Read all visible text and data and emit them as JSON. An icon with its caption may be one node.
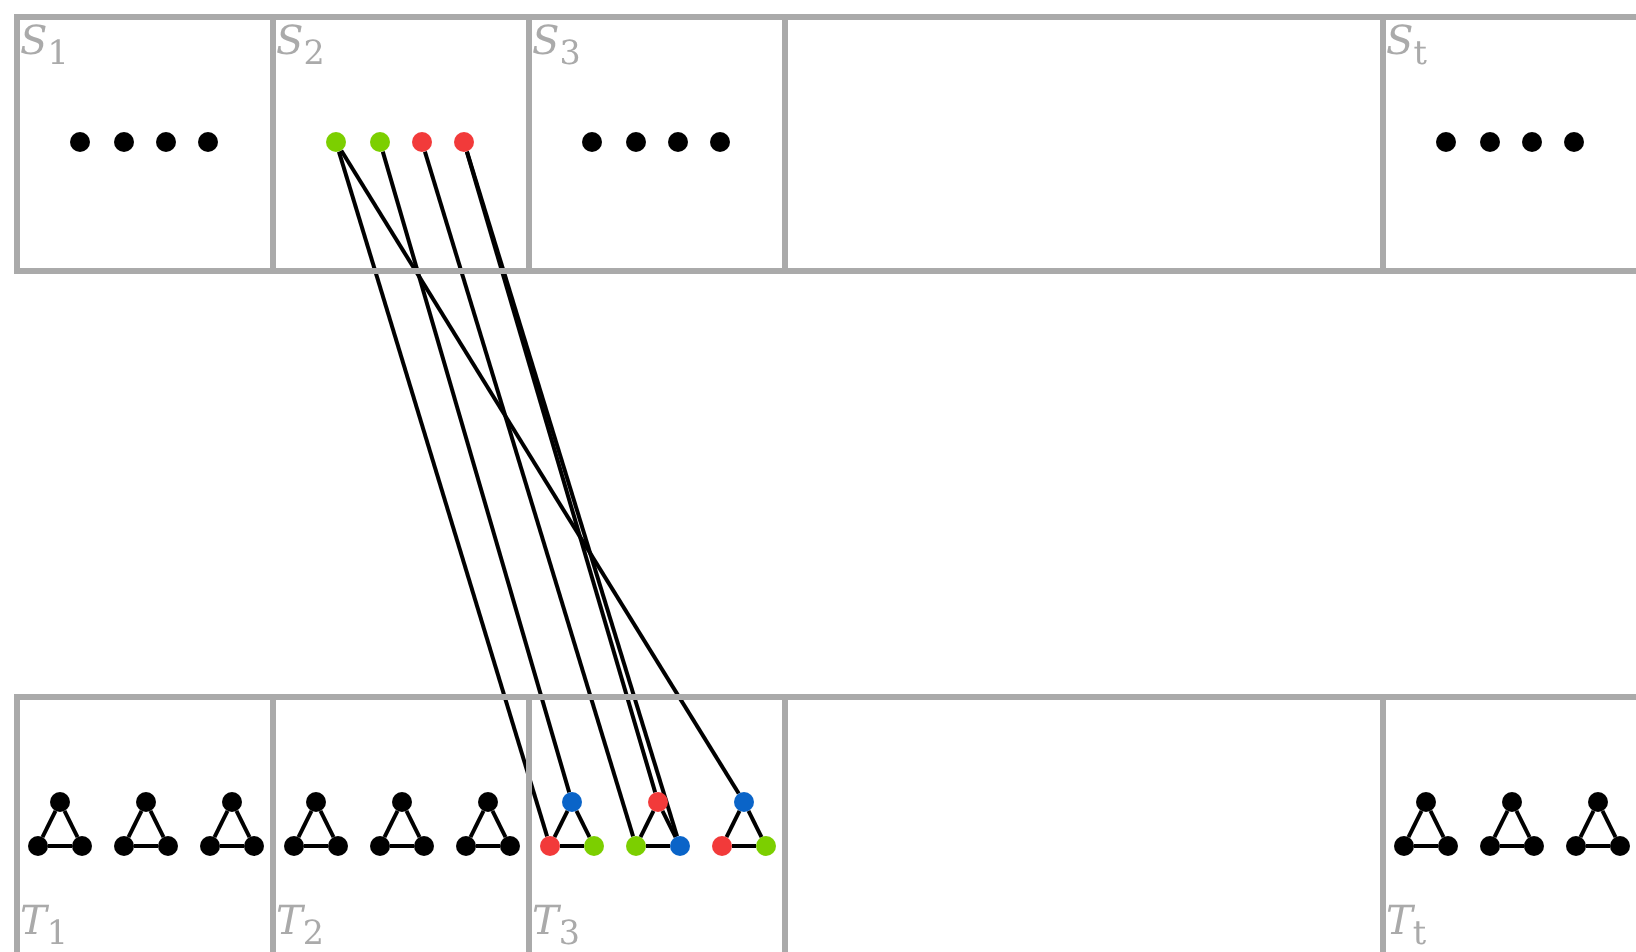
{
  "diagram": {
    "nodes": [
      {
        "text": [
          "*S*$_{1}$"
        ]
      },
      {
        "text": [
          "*S*$_{2}$"
        ]
      },
      {
        "text": [
          "*S*$_{3}$"
        ]
      },
      {
        "text": [],
        "shape": "box"
      },
      {
        "text": [
          "*S*$_{t}$"
        ]
      },
      {
        "text": [
          "*T*$_{1}$"
        ]
      },
      {
        "text": [
          "*T*$_{2}$"
        ]
      },
      {
        "text": [
          "*T*$_{3}$"
        ]
      },
      {
        "text": [],
        "shape": "box"
      },
      {
        "text": [
          "*T*$_{t}$"
        ]
      },
      {
        "text": [],
        "shape": "circle",
        "in": 0
      },
      {
        "text": [],
        "shape": "circle",
        "in": 0
      },
      {
        "text": [],
        "shape": "circle",
        "in": 0
      },
      {
        "text": [],
        "shape": "circle",
        "in": 0
      },
      {
        "text": [],
        "shape": "circle",
        "in": 1
      },
      {
        "text": [],
        "shape": "circle",
        "in": 1
      },
      {
        "text": [],
        "shape": "circle",
        "in": 1
      },
      {
        "text": [],
        "shape": "circle",
        "in": 1
      },
      {
        "text": [],
        "shape": "circle",
        "in": 2
      },
      {
        "text": [],
        "shape": "circle",
        "in": 2
      },
      {
        "text": [],
        "shape": "circle",
        "in": 2
      },
      {
        "text": [],
        "shape": "circle",
        "in": 2
      },
      {
        "text": [],
        "shape": "circle",
        "in": 4
      },
      {
        "text": [],
        "shape": "circle",
        "in": 4
      },
      {
        "text": [],
        "shape": "circle",
        "in": 4
      },
      {
        "text": [],
        "shape": "circle",
        "in": 4
      },
      {
        "text": [],
        "shape": "circle",
        "in": 5
      },
      {
        "text": [],
        "shape": "circle",
        "in": 5
      },
      {
        "text": [],
        "shape": "circle",
        "in": 5
      },
      {
        "text": [],
        "shape": "circle",
        "in": 5
      },
      {
        "text": [],
        "shape": "circle",
        "in": 5
      },
      {
        "text": [],
        "shape": "circle",
        "in": 5
      },
      {
        "text": [],
        "shape": "circle",
        "in": 5
      },
      {
        "text": [],
        "shape": "circle",
        "in": 5
      },
      {
        "text": [],
        "shape": "circle",
        "in": 5
      },
      {
        "text": [],
        "shape": "circle",
        "in": 6
      },
      {
        "text": [],
        "shape": "circle",
        "in": 6
      },
      {
        "text": [],
        "shape": "circle",
        "in": 6
      },
      {
        "text": [],
        "shape": "circle",
        "in": 6
      },
      {
        "text": [],
        "shape": "circle",
        "in": 6
      },
      {
        "text": [],
        "shape": "circle",
        "in": 6
      },
      {
        "text": [],
        "shape": "circle",
        "in": 6
      },
      {
        "text": [],
        "shape": "circle",
        "in": 6
      },
      {
        "text": [],
        "shape": "circle",
        "in": 6
      },
      {
        "text": [],
        "shape": "circle",
        "in": 7
      },
      {
        "text": [],
        "shape": "circle",
        "in": 7
      },
      {
        "text": [],
        "shape": "circle",
        "in": 7
      },
      {
        "text": [],
        "shape": "circle",
        "in": 7
      },
      {
        "text": [],
        "shape": "circle",
        "in": 7
      },
      {
        "text": [],
        "shape": "circle",
        "in": 7
      },
      {
        "text": [],
        "shape": "circle",
        "in": 7
      },
      {
        "text": [],
        "shape": "circle",
        "in": 7
      },
      {
        "text": [],
        "shape": "circle",
        "in": 7
      },
      {
        "text": [],
        "shape": "circle",
        "in": 9
      },
      {
        "text": [],
        "shape": "circle",
        "in": 9
      },
      {
        "text": [],
        "shape": "circle",
        "in": 9
      },
      {
        "text": [],
        "shape": "circle",
        "in": 9
      },
      {
        "text": [],
        "shape": "circle",
        "in": 9
      },
      {
        "text": [],
        "shape": "circle",
        "in": 9
      },
      {
        "text": [],
        "shape": "circle",
        "in": 9
      },
      {
        "text": [],
        "shape": "circle",
        "in": 9
      },
      {
        "text": [],
        "shape": "circle",
        "in": 9
      }
    ],
    "edges": [
      {
        "from": 14,
        "to": 45,
        "arrow": "none"
      },
      {
        "from": 14,
        "to": 50,
        "arrow": "none"
      },
      {
        "from": 15,
        "to": 44,
        "arrow": "none"
      },
      {
        "from": 16,
        "to": 48,
        "arrow": "none"
      },
      {
        "from": 17,
        "to": 49,
        "arrow": "none"
      },
      {
        "from": 17,
        "to": 47,
        "arrow": "none"
      },
      {
        "from": 26,
        "to": 27,
        "arrow": "none"
      },
      {
        "from": 26,
        "to": 28,
        "arrow": "none"
      },
      {
        "from": 27,
        "to": 28,
        "arrow": "none"
      },
      {
        "from": 29,
        "to": 30,
        "arrow": "none"
      },
      {
        "from": 29,
        "to": 31,
        "arrow": "none"
      },
      {
        "from": 30,
        "to": 31,
        "arrow": "none"
      },
      {
        "from": 32,
        "to": 33,
        "arrow": "none"
      },
      {
        "from": 32,
        "to": 34,
        "arrow": "none"
      },
      {
        "from": 33,
        "to": 34,
        "arrow": "none"
      },
      {
        "from": 35,
        "to": 36,
        "arrow": "none"
      },
      {
        "from": 35,
        "to": 37,
        "arrow": "none"
      },
      {
        "from": 36,
        "to": 37,
        "arrow": "none"
      },
      {
        "from": 38,
        "to": 39,
        "arrow": "none"
      },
      {
        "from": 38,
        "to": 40,
        "arrow": "none"
      },
      {
        "from": 39,
        "to": 40,
        "arrow": "none"
      },
      {
        "from": 41,
        "to": 42,
        "arrow": "none"
      },
      {
        "from": 41,
        "to": 43,
        "arrow": "none"
      },
      {
        "from": 42,
        "to": 43,
        "arrow": "none"
      },
      {
        "from": 44,
        "to": 45,
        "arrow": "none"
      },
      {
        "from": 44,
        "to": 46,
        "arrow": "none"
      },
      {
        "from": 45,
        "to": 46,
        "arrow": "none"
      },
      {
        "from": 47,
        "to": 48,
        "arrow": "none"
      },
      {
        "from": 47,
        "to": 49,
        "arrow": "none"
      },
      {
        "from": 48,
        "to": 49,
        "arrow": "none"
      },
      {
        "from": 50,
        "to": 51,
        "arrow": "none"
      },
      {
        "from": 50,
        "to": 52,
        "arrow": "none"
      },
      {
        "from": 51,
        "to": 52,
        "arrow": "none"
      },
      {
        "from": 53,
        "to": 54,
        "arrow": "none"
      },
      {
        "from": 53,
        "to": 55,
        "arrow": "none"
      },
      {
        "from": 54,
        "to": 55,
        "arrow": "none"
      },
      {
        "from": 56,
        "to": 57,
        "arrow": "none"
      },
      {
        "from": 56,
        "to": 58,
        "arrow": "none"
      },
      {
        "from": 57,
        "to": 58,
        "arrow": "none"
      },
      {
        "from": 59,
        "to": 60,
        "arrow": "none"
      },
      {
        "from": 59,
        "to": 61,
        "arrow": "none"
      },
      {
        "from": 60,
        "to": 61,
        "arrow": "none"
      }
    ]
  }
}
